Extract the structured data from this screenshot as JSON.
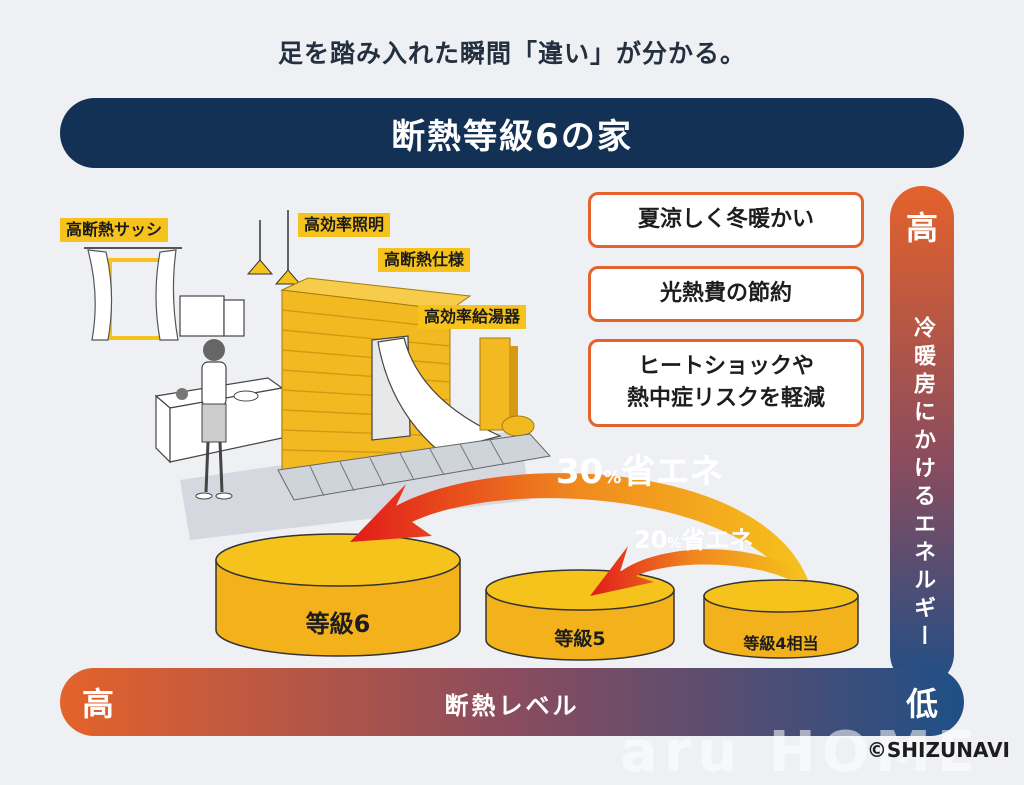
{
  "headline": "足を踏み入れた瞬間「違い」が分かる。",
  "banner_title": "断熱等級6の家",
  "feature_tags": {
    "sash": "高断熱サッシ",
    "lighting": "高効率照明",
    "spec": "高断熱仕様",
    "water_heater": "高効率給湯器"
  },
  "benefits": {
    "b1": "夏涼しく冬暖かい",
    "b2": "光熱費の節約",
    "b3_line1": "ヒートショックや",
    "b3_line2": "熱中症リスクを軽減"
  },
  "vertical_axis": {
    "high": "高",
    "label": "冷暖房にかけるエネルギー"
  },
  "horizontal_axis": {
    "high": "高",
    "label": "断熱レベル",
    "low": "低"
  },
  "grades": {
    "g6": "等級6",
    "g5": "等級5",
    "g4": "等級4相当"
  },
  "savings": {
    "s30_num": "30",
    "s30_pct": "%",
    "s30_text": "省エネ",
    "s20_num": "20",
    "s20_pct": "%",
    "s20_text": "省エネ"
  },
  "copyright": "©SHIZUNAVI",
  "watermark": "aru HOME",
  "colors": {
    "navy": "#133055",
    "orange": "#e4622b",
    "yellow": "#f6c21c"
  }
}
